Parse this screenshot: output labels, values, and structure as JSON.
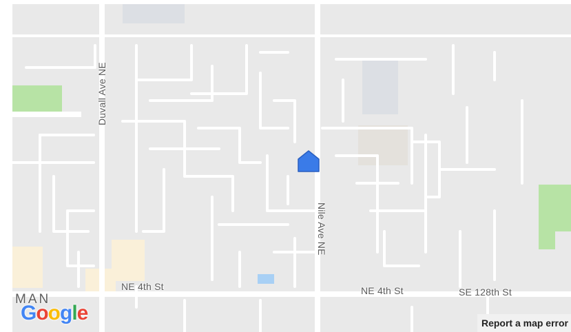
{
  "map": {
    "streets": {
      "duvall": "Duvall Ave NE",
      "nile": "Nile Ave NE",
      "ne4th_west": "NE 4th St",
      "ne4th_east": "NE 4th St",
      "se128th": "SE 128th St"
    },
    "place_label": "MAN",
    "attribution": {
      "logo_letters": [
        "G",
        "o",
        "o",
        "g",
        "l",
        "e"
      ],
      "report_link": "Report a map error"
    },
    "marker_icon": "home-icon",
    "colors": {
      "land": "#e9e9e9",
      "road": "#ffffff",
      "park": "#b7e3a5",
      "commercial": "#faf0d9",
      "building": "#dcdfe4",
      "water": "#a8d0f5",
      "marker": "#3a7be8",
      "label": "#5b5b5b"
    }
  }
}
